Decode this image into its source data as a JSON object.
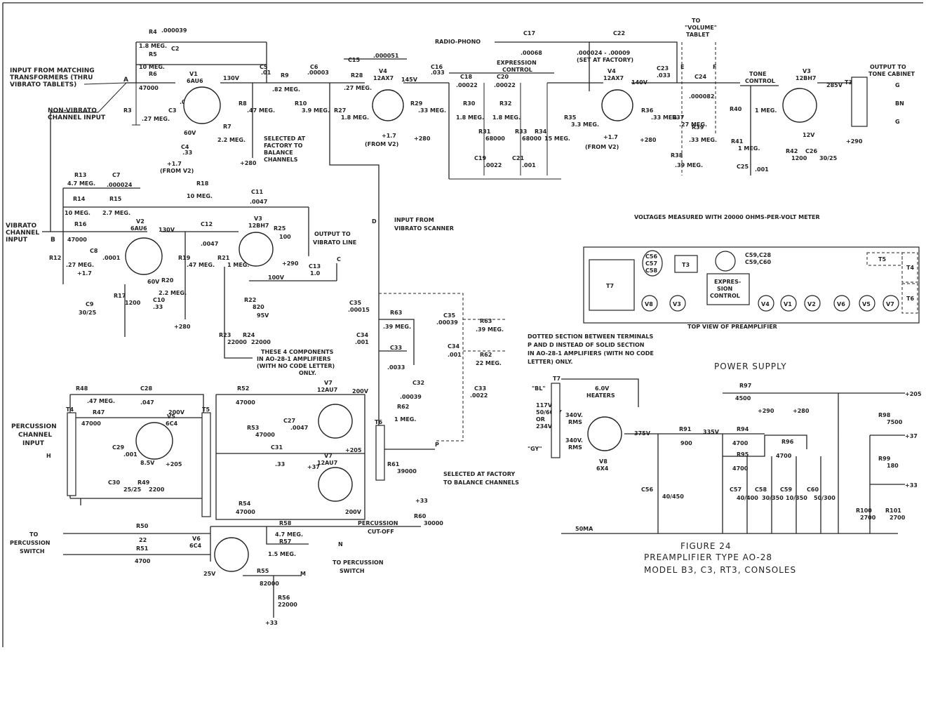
{
  "figure": {
    "number": "FIGURE 24",
    "title": "PREAMPLIFIER TYPE AO-28",
    "models": "MODEL B3, C3, RT3, CONSOLES"
  },
  "notes": {
    "voltages": "VOLTAGES MEASURED WITH 20000 OHMS-PER-VOLT METER",
    "top_view": "TOP VIEW OF PREAMPLIFIER",
    "power_supply": "POWER SUPPLY",
    "dotted": [
      "DOTTED SECTION BETWEEN TERMINALS",
      "P AND D INSTEAD OF SOLID SECTION",
      "IN AO-28-1 AMPLIFIERS (WITH NO CODE",
      "LETTER) ONLY."
    ],
    "four_components": [
      "THESE 4 COMPONENTS",
      "IN AO-28-1 AMPLIFIERS",
      "(WITH NO CODE LETTER)",
      "ONLY."
    ],
    "selected_factory_1": [
      "SELECTED AT",
      "FACTORY TO",
      "BALANCE",
      "CHANNELS"
    ],
    "selected_factory_2": [
      "SELECTED AT FACTORY",
      "TO BALANCE CHANNELS"
    ]
  },
  "io": {
    "input_matching": [
      "INPUT FROM MATCHING",
      "TRANSFORMERS (THRU",
      "VIBRATO TABLETS)"
    ],
    "non_vibrato": [
      "NON-VIBRATO",
      "CHANNEL INPUT"
    ],
    "vibrato_input": [
      "VIBRATO",
      "CHANNEL",
      "INPUT"
    ],
    "vibrato_scanner": [
      "INPUT FROM",
      "VIBRATO SCANNER"
    ],
    "vibrato_line": [
      "OUTPUT TO",
      "VIBRATO LINE"
    ],
    "radio_phono": "RADIO-PHONO",
    "expression": [
      "EXPRESSION",
      "CONTROL"
    ],
    "volume_tablet": [
      "TO",
      "\"VOLUME\"",
      "TABLET"
    ],
    "tone_control": [
      "TONE",
      "CONTROL"
    ],
    "tone_cabinet": [
      "OUTPUT TO",
      "TONE CABINET"
    ],
    "percussion_input": [
      "PERCUSSION",
      "CHANNEL",
      "INPUT"
    ],
    "percussion_switch_left": [
      "TO",
      "PERCUSSION",
      "SWITCH"
    ],
    "percussion_switch_right": [
      "TO PERCUSSION",
      "SWITCH"
    ],
    "percussion_cutoff": [
      "PERCUSSION",
      "CUT-OFF"
    ],
    "set_at_factory": [
      ".000024 - .00009",
      "(SET AT FACTORY)"
    ],
    "heaters": [
      "6.0V",
      "HEATERS"
    ]
  },
  "terminals": [
    "A",
    "B",
    "C",
    "D",
    "E",
    "F",
    "H",
    "M",
    "N",
    "P"
  ],
  "tubes": {
    "v1": {
      "name": "V1",
      "type": "6AU6"
    },
    "v2": {
      "name": "V2",
      "type": "6AU6"
    },
    "v3a": {
      "name": "V3",
      "type": "12BH7"
    },
    "v4a": {
      "name": "V4",
      "type": "12AX7"
    },
    "v4b": {
      "name": "V4",
      "type": "12AX7"
    },
    "v3out": {
      "name": "V3",
      "type": "12BH7"
    },
    "v5": {
      "name": "V5",
      "type": "6C4"
    },
    "v6": {
      "name": "V6",
      "type": "6C4"
    },
    "v7a": {
      "name": "V7",
      "type": "12AU7"
    },
    "v7b": {
      "name": "V7",
      "type": "12AU7"
    },
    "v8": {
      "name": "V8",
      "type": "6X4"
    }
  },
  "parts": {
    "r4": [
      "R4",
      "1.8 MEG."
    ],
    "c2": [
      ".000039",
      "C2"
    ],
    "r5": [
      "R5",
      "10 MEG."
    ],
    "r6": [
      "R6",
      "47000"
    ],
    "r3": [
      "R3",
      ".27 MEG."
    ],
    "c3": [
      "C3",
      ".0001"
    ],
    "c4": [
      "C4",
      ".33"
    ],
    "r7": [
      "R7",
      "2.2 MEG."
    ],
    "r8": [
      "R8",
      ".47 MEG."
    ],
    "c5": [
      "C5",
      ".01"
    ],
    "r9": [
      "R9",
      ".82 MEG."
    ],
    "c6": [
      "C6",
      ".00003"
    ],
    "r10": [
      "R10",
      "3.9 MEG."
    ],
    "c15": [
      "C15",
      ".000051"
    ],
    "r28": [
      "R28",
      ".27 MEG."
    ],
    "r27": [
      "R27",
      "1.8 MEG."
    ],
    "r29": [
      "R29",
      ".33 MEG."
    ],
    "c16": [
      "C16",
      ".033"
    ],
    "c17": [
      "C17",
      ".00068"
    ],
    "c18": [
      "C18",
      ".00022"
    ],
    "c20": [
      "C20",
      ".00022"
    ],
    "r30": [
      "R30",
      "1.8 MEG."
    ],
    "r32": [
      "R32",
      "1.8 MEG."
    ],
    "r31": [
      "R31",
      "68000"
    ],
    "r33": [
      "R33",
      "68000"
    ],
    "c19": [
      "C19",
      ".0022"
    ],
    "c21": [
      "C21",
      ".001"
    ],
    "r34": [
      "R34",
      "15 MEG."
    ],
    "r35": [
      "R35",
      "3.3 MEG."
    ],
    "c22": "C22",
    "r36": [
      "R36",
      ".33 MEG."
    ],
    "c23": [
      "C23",
      ".033"
    ],
    "c24": [
      "C24",
      ".000082"
    ],
    "r37": [
      "R37",
      ".27 MEG."
    ],
    "r38": [
      "R38",
      ".39 MEG."
    ],
    "r39": [
      "R39",
      ".33 MEG."
    ],
    "r40": [
      "R40",
      "1 MEG."
    ],
    "r41": [
      "R41",
      "1 MEG."
    ],
    "c25": [
      "C25",
      ".001"
    ],
    "r42": [
      "R42",
      "1200"
    ],
    "c26": [
      "C26",
      "30/25"
    ],
    "t3": "T3",
    "r13": [
      "R13",
      "4.7 MEG."
    ],
    "c7": [
      "C7",
      ".000024"
    ],
    "r14": [
      "R14",
      "10 MEG."
    ],
    "r15": [
      "R15",
      "2.7 MEG."
    ],
    "r18": [
      "R18",
      "10 MEG."
    ],
    "c11": [
      "C11",
      ".0047"
    ],
    "r16": [
      "R16",
      "47000"
    ],
    "r12": [
      "R12",
      ".27 MEG."
    ],
    "c8": [
      "C8",
      ".0001"
    ],
    "c9": [
      "C9",
      "30/25"
    ],
    "r17": [
      "R17",
      "1200"
    ],
    "c10": [
      "C10",
      ".33"
    ],
    "r20": [
      "R20",
      "2.2 MEG."
    ],
    "r19": [
      "R19",
      ".47 MEG."
    ],
    "c12": [
      "C12",
      ".0047"
    ],
    "r21": [
      "R21",
      "1 MEG."
    ],
    "r25": [
      "R25",
      "100"
    ],
    "r22": [
      "R22",
      "820"
    ],
    "c13": [
      "C13",
      "1.0"
    ],
    "r23": [
      "R23",
      "22000"
    ],
    "r24": [
      "R24",
      "22000"
    ],
    "c35": [
      "C35",
      ".00015"
    ],
    "r63": [
      "R63",
      ".39 MEG."
    ],
    "c34": [
      "C34",
      ".001"
    ],
    "c33": [
      "C33",
      ".0033"
    ],
    "c35d": [
      "C35",
      ".00039"
    ],
    "r63d": [
      "R63",
      ".39 MEG."
    ],
    "c34d": [
      "C34",
      ".001"
    ],
    "r62d": [
      "R62",
      "22 MEG."
    ],
    "c33d": [
      "C33",
      ".0022"
    ],
    "c32": [
      "C32",
      ".00039"
    ],
    "r62": [
      "R62",
      "1 MEG."
    ],
    "r48": [
      "R48",
      ".47 MEG."
    ],
    "c28": [
      "C28",
      ".047"
    ],
    "r47": [
      "R47",
      "47000"
    ],
    "c29": [
      "C29",
      ".001"
    ],
    "c30": [
      "C30",
      "25/25"
    ],
    "r49": [
      "R49",
      "2200"
    ],
    "t4": "T4",
    "t5": "T5",
    "t6": "T6",
    "t7": "T7",
    "r52": [
      "R52",
      "47000"
    ],
    "r53": [
      "R53",
      "47000"
    ],
    "c27": [
      "C27",
      ".0047"
    ],
    "c31": [
      "C31",
      ".33"
    ],
    "r54": [
      "R54",
      "47000"
    ],
    "r61": [
      "R61",
      "39000"
    ],
    "r50": [
      "R50",
      "22"
    ],
    "r51": [
      "R51",
      "4700"
    ],
    "r58": [
      "R58",
      "4.7 MEG."
    ],
    "r57": [
      "R57",
      "1.5 MEG."
    ],
    "r55": [
      "R55",
      "82000"
    ],
    "r56": [
      "R56",
      "22000"
    ],
    "r60": [
      "R60",
      "30000"
    ],
    "r97": [
      "R97",
      "4500"
    ],
    "r91": [
      "R91",
      "900"
    ],
    "r94": [
      "R94",
      "4700"
    ],
    "r95": [
      "R95",
      "4700"
    ],
    "r96": [
      "R96",
      "4700"
    ],
    "r98": [
      "R98",
      "7500"
    ],
    "r99": [
      "R99",
      "180"
    ],
    "r100": [
      "R100",
      "2700"
    ],
    "r101": [
      "R101",
      "2700"
    ],
    "c56": [
      "C56",
      "40/450"
    ],
    "c57": [
      "C57",
      "40/400"
    ],
    "c58": [
      "C58",
      "30/350"
    ],
    "c59": [
      "C59",
      "10/350"
    ],
    "c60": [
      "C60",
      "50/300"
    ]
  },
  "voltages": {
    "v130a": "130V",
    "v60a": "60V",
    "v17a": "+1.7",
    "fromv2a": "(FROM V2)",
    "p280a": "+280",
    "v145": "145V",
    "v17b": "+1.7",
    "fromv2b": "(FROM V2)",
    "p280b": "+280",
    "v140": "140V",
    "v17c": "+1.7",
    "fromv2c": "(FROM V2)",
    "p280c": "+280",
    "v285": "285V",
    "v12": "12V",
    "p290a": "+290",
    "v130b": "130V",
    "v60b": "60V",
    "v17d": "+1.7",
    "p280d": "+280",
    "p290b": "+290",
    "v100": "100V",
    "v95": "95V",
    "v200a": "200V",
    "v85": "8.5V",
    "p205a": "+205",
    "v200b": "200V",
    "p205b": "+205",
    "v37": "+37",
    "v200c": "200V",
    "p33a": "+33",
    "v25": "25V",
    "p33b": "+33",
    "v375": "375V",
    "v335": "335V",
    "p290c": "+290",
    "p280e": "+280",
    "p205c": "+205",
    "p37": "+37",
    "p33c": "+33",
    "ma50": "50MA"
  },
  "transformer": {
    "bl": "\"BL\"",
    "gy": "\"GY\"",
    "mains": [
      "117V.",
      "50/60CY",
      "OR",
      "234V."
    ],
    "rms1": [
      "340V.",
      "RMS"
    ],
    "rms2": [
      "340V.",
      "RMS"
    ],
    "g": "G",
    "bn": "BN",
    "g2": "G"
  },
  "top_view": {
    "items": [
      "C56",
      "C57",
      "C58",
      "T3",
      "C59,C28",
      "C59,C60",
      "T5",
      "T4",
      "T7",
      "EXPRES-",
      "SION",
      "CONTROL",
      "T6"
    ],
    "sockets": [
      "V8",
      "V3",
      "V4",
      "V1",
      "V2",
      "V6",
      "V5",
      "V7"
    ]
  }
}
